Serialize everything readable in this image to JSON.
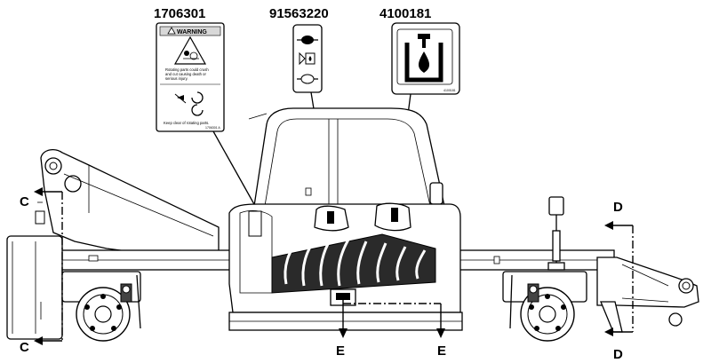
{
  "callouts": {
    "decal_left": "1706301",
    "decal_middle": "91563220",
    "decal_right": "4100181"
  },
  "warning_decal": {
    "header": "WARNING",
    "text_1": "Rotating parts could crush",
    "text_2": "and cut causing death or",
    "text_3": "serious injury.",
    "text_4": "Keep clear of rotating parts.",
    "code": "1706301 A"
  },
  "oil_decal": {
    "code": "4100181"
  },
  "section_markers": {
    "c_top": "C",
    "c_bottom": "C",
    "d_top": "D",
    "d_bottom": "D",
    "e_left": "E",
    "e_right": "E"
  }
}
